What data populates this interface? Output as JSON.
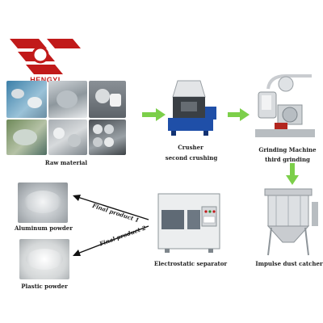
{
  "logo": {
    "brand": "HENGYI"
  },
  "steps": {
    "raw_material": "Raw material",
    "crusher": "Crusher",
    "second_crushing": "second crushing",
    "grinding_machine": "Grinding Machine",
    "third_grinding": "third grinding",
    "impulse_dust_catcher": "Impulse dust catcher",
    "electrostatic_separator": "Electrostatic separator",
    "aluminum_powder": "Aluminum powder",
    "plastic_powder": "Plastic powder"
  },
  "arrows": {
    "final_product_1": "Final product 1",
    "final_product_2": "Final product 2"
  },
  "colors": {
    "brand_red": "#c11a1a",
    "arrow_green": "#7ccf4a",
    "crusher_blue": "#1f4fa8",
    "machine_gray": "#c9ccd0"
  }
}
